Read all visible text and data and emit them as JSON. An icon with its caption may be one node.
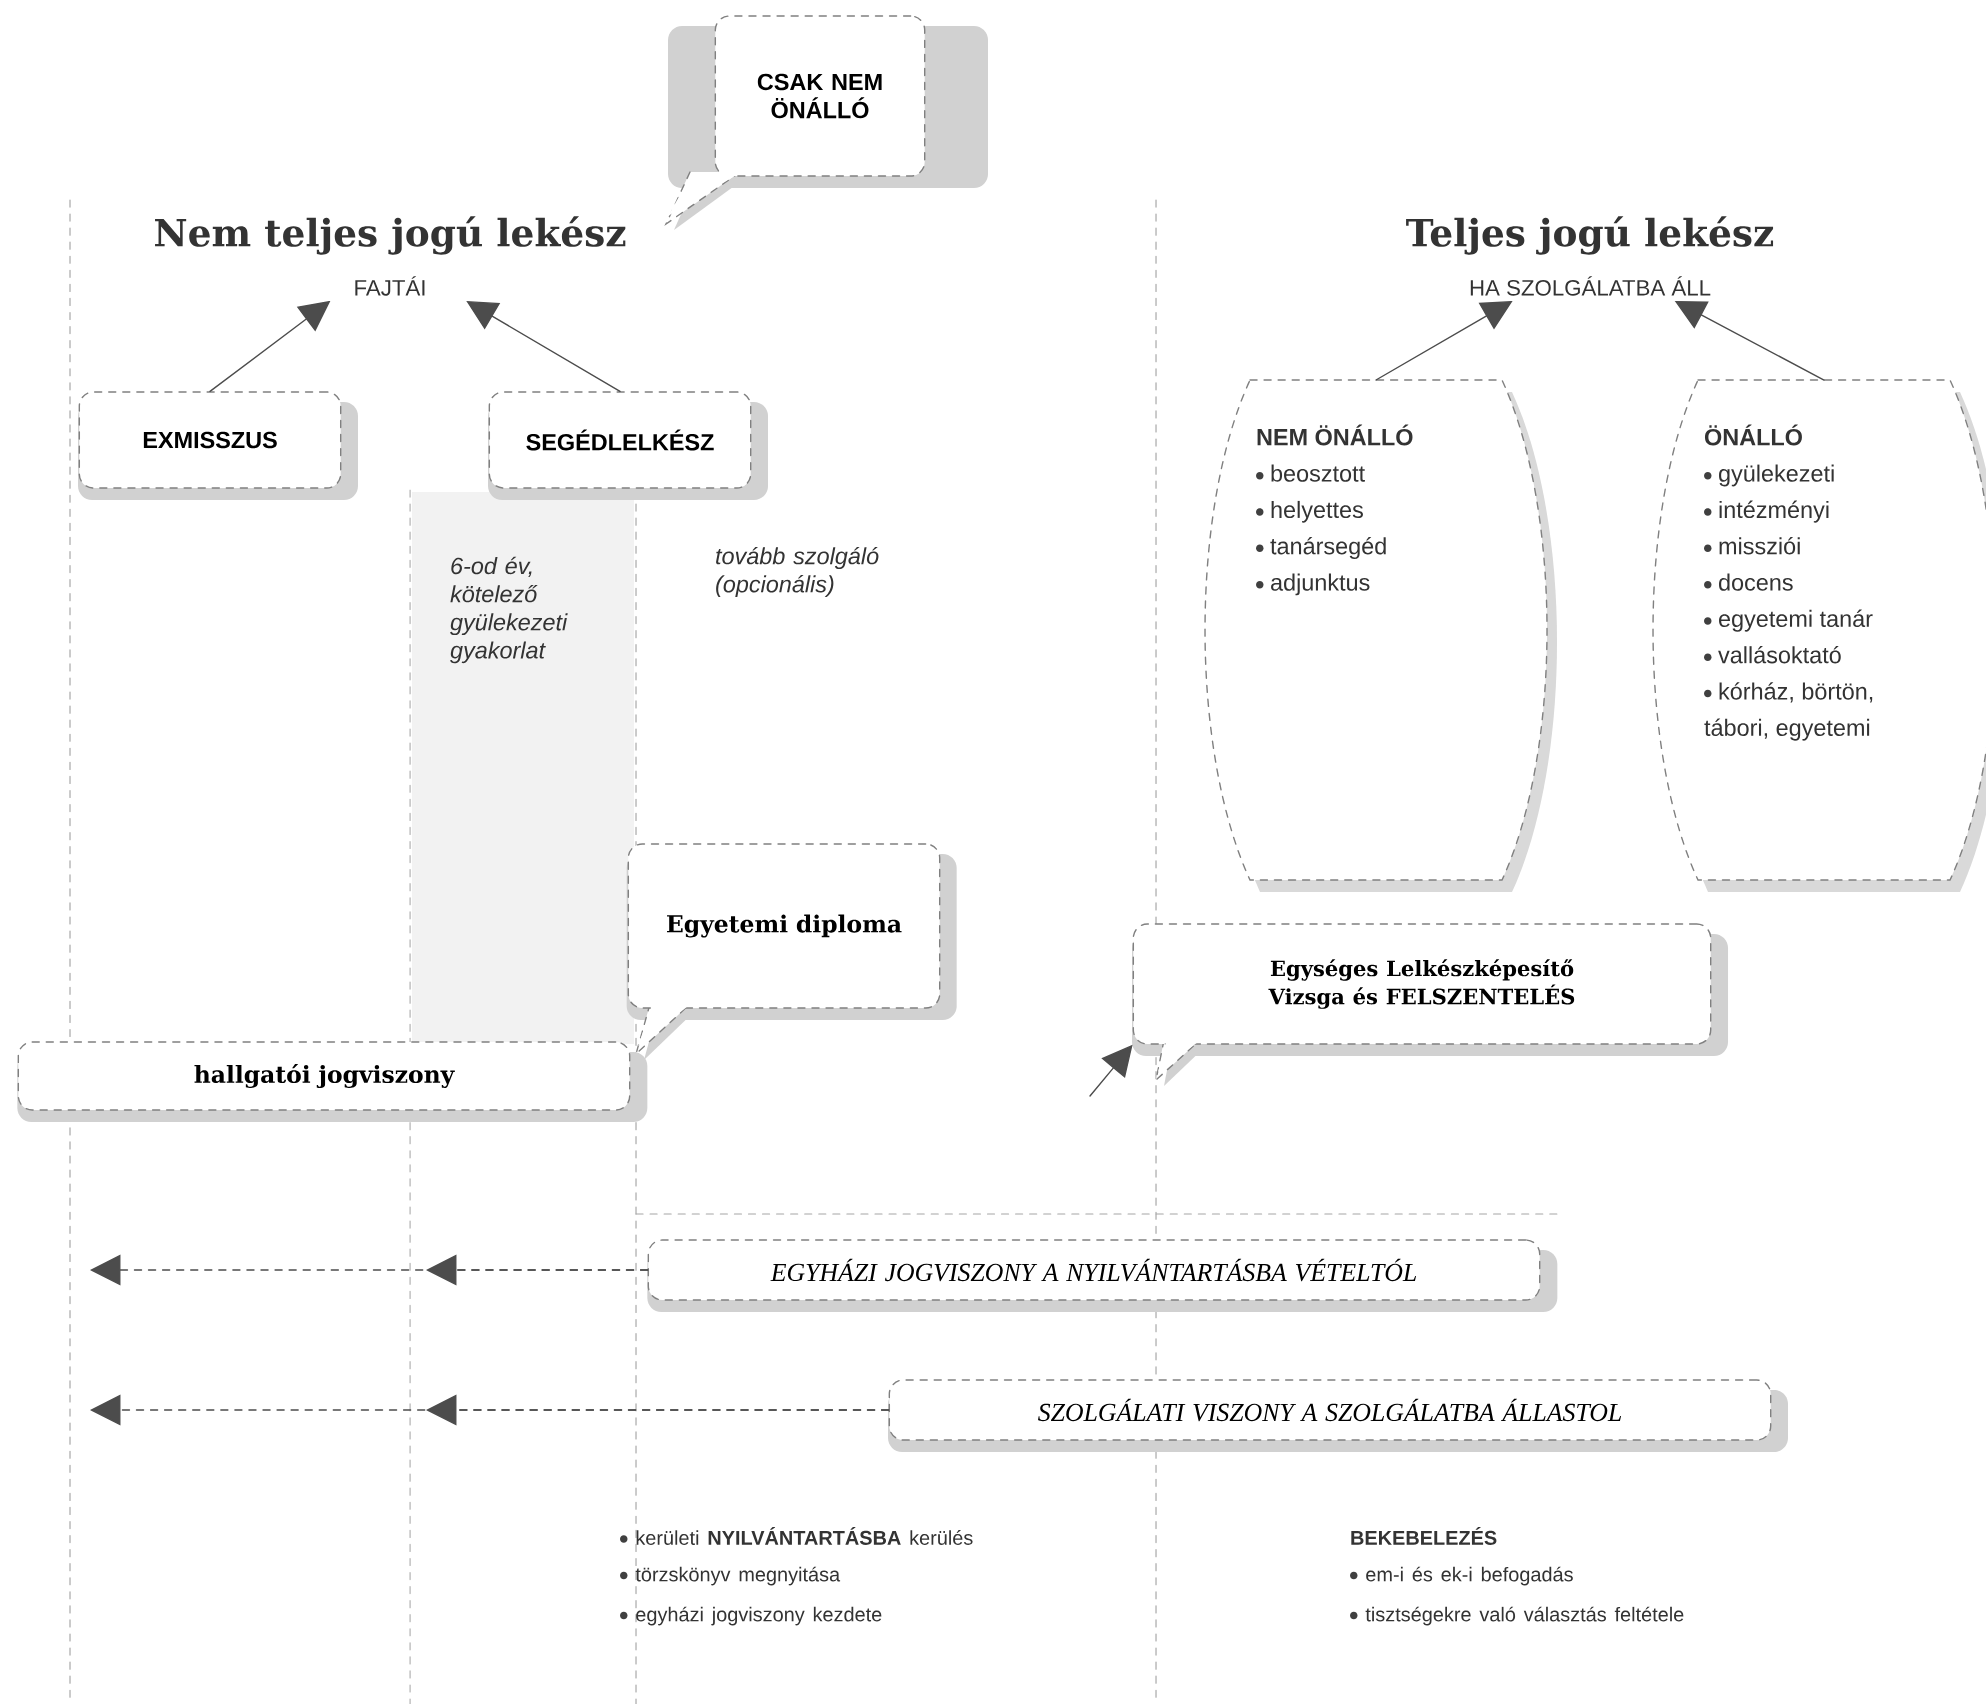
{
  "diagram": {
    "nodes": [
      {
        "text": [
          "CSAK NEM ÖNÁLLÓ"
        ]
      },
      {
        "text": [
          "Nem teljes jogú lekész",
          "FAJTÁI"
        ]
      },
      {
        "text": [
          "EXMISSZUS"
        ]
      },
      {
        "text": [
          "SEGÉDLELKÉSZ"
        ]
      },
      {
        "text": [
          "Teljes jogú lekész",
          "HA SZOLGÁLATBA ÁLL"
        ]
      },
      {
        "text": [
          "NEM ÖNÁLLÓ",
          "beosztott",
          "helyettes",
          "tanársegéd",
          "adjunktus"
        ]
      },
      {
        "text": [
          "ÖNÁLLÓ",
          "gyülekezeti",
          "intézményi",
          "missziói",
          "docens",
          "egyetemi tanár",
          "vallásoktató",
          "kórház, börtön, tábori, egyetemi"
        ]
      },
      {
        "text": [
          "Egyetemi diploma"
        ]
      },
      {
        "text": [
          "hallgatói jogviszony"
        ]
      },
      {
        "text": [
          "Egységes Lelkészképesítő Vizsga és FELSZENTELÉS"
        ]
      },
      {
        "text": [
          "EGYHÁZI JOGVISZONY A  NYILVÁNTARTÁSBA VÉTELTÓL"
        ]
      },
      {
        "text": [
          "SZOLGÁLATI VISZONY A SZOLGÁLATBA ÁLLASTOL"
        ]
      }
    ],
    "edges": [
      {
        "from": 2,
        "to": 1,
        "arrow": "to"
      },
      {
        "from": 3,
        "to": 1,
        "arrow": "to"
      },
      {
        "from": 5,
        "to": 4,
        "arrow": "to"
      },
      {
        "from": 6,
        "to": 4,
        "arrow": "to"
      },
      {
        "from": null,
        "to": 9,
        "arrow": "to"
      },
      {
        "from": 10,
        "to": null,
        "arrow": "to",
        "style": "dashed"
      },
      {
        "from": 10,
        "to": null,
        "arrow": "to",
        "style": "dashed"
      },
      {
        "from": 11,
        "to": null,
        "arrow": "to",
        "style": "dashed"
      },
      {
        "from": 11,
        "to": null,
        "arrow": "to",
        "style": "dashed"
      }
    ],
    "labels": [
      "6-od év, kötelező gyülekezeti gyakorlat",
      "tovább szolgáló (opcionális)",
      "kerületi **NYILVÁNTARTÁSBA** kerülés",
      "törzskönyv megnyitása",
      "egyházi jogviszony kezdete",
      "BEKEBELEZÉS",
      "em-i és ek-i befogadás",
      "tisztségekre való választás feltétele"
    ]
  }
}
